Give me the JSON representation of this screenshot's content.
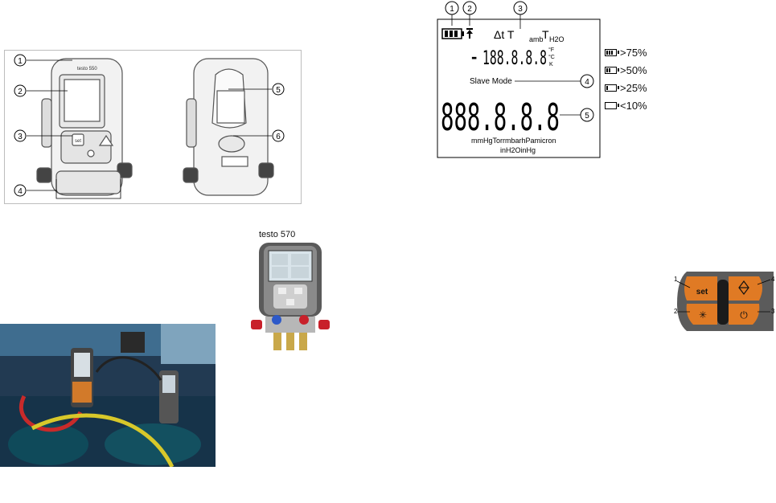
{
  "figure_device": {
    "callouts": [
      "1",
      "2",
      "3",
      "4",
      "5",
      "6"
    ],
    "front_label": "testo 550",
    "front_key": "set"
  },
  "figure_display": {
    "callouts": [
      "1",
      "2",
      "3",
      "4",
      "5"
    ],
    "header_symbols": "Δt T",
    "amb_sub": "amb",
    "h2o_t": "T",
    "h2o_sub": "H2O",
    "temp_sign": "-",
    "temp_digits": "188.8.8.8",
    "temp_units": [
      "°F",
      "°C",
      "K"
    ],
    "slave_mode": "Slave Mode",
    "big_digits": "888.8.8.8",
    "units_line1": "mmHgTorrmbarhPamicron",
    "units_line2": "inH2OinHg"
  },
  "battery_legend": [
    {
      "label": ">75%",
      "bars": 3
    },
    {
      "label": ">50%",
      "bars": 2
    },
    {
      "label": ">25%",
      "bars": 1
    },
    {
      "label": "<10%",
      "bars": 0
    }
  ],
  "product": {
    "title": "testo 570"
  },
  "keypad": {
    "callouts": [
      "1",
      "2",
      "3",
      "4"
    ],
    "set_label": "set"
  }
}
